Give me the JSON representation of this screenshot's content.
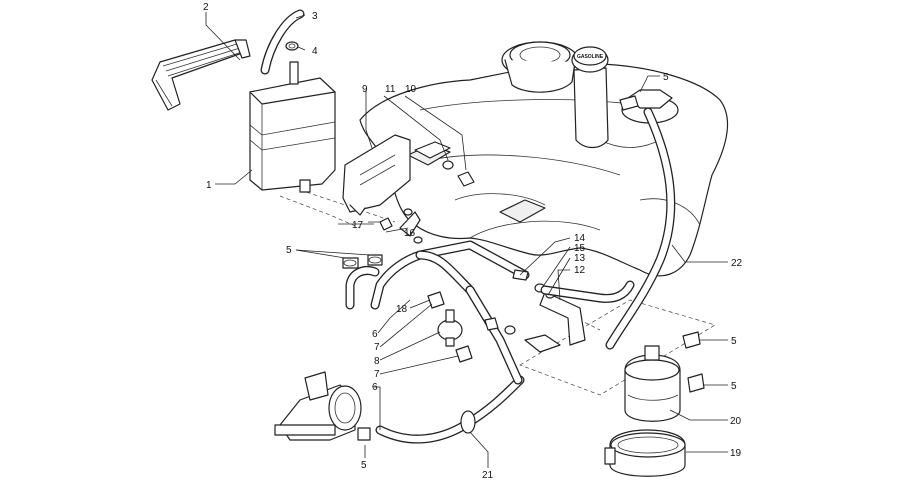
{
  "diagram": {
    "cap_label": "GASOLINE",
    "callouts": [
      {
        "id": "c1",
        "label": "1"
      },
      {
        "id": "c2",
        "label": "2"
      },
      {
        "id": "c3",
        "label": "3"
      },
      {
        "id": "c4",
        "label": "4"
      },
      {
        "id": "c5a",
        "label": "5"
      },
      {
        "id": "c5b",
        "label": "5"
      },
      {
        "id": "c5c",
        "label": "5"
      },
      {
        "id": "c5d",
        "label": "5"
      },
      {
        "id": "c5e",
        "label": "5"
      },
      {
        "id": "c6a",
        "label": "6"
      },
      {
        "id": "c6b",
        "label": "6"
      },
      {
        "id": "c7a",
        "label": "7"
      },
      {
        "id": "c7b",
        "label": "7"
      },
      {
        "id": "c8",
        "label": "8"
      },
      {
        "id": "c9",
        "label": "9"
      },
      {
        "id": "c10",
        "label": "10"
      },
      {
        "id": "c11",
        "label": "11"
      },
      {
        "id": "c12",
        "label": "12"
      },
      {
        "id": "c13",
        "label": "13"
      },
      {
        "id": "c14",
        "label": "14"
      },
      {
        "id": "c15",
        "label": "15"
      },
      {
        "id": "c16",
        "label": "16"
      },
      {
        "id": "c17",
        "label": "17"
      },
      {
        "id": "c18",
        "label": "18"
      },
      {
        "id": "c19",
        "label": "19"
      },
      {
        "id": "c20",
        "label": "20"
      },
      {
        "id": "c21",
        "label": "21"
      },
      {
        "id": "c22",
        "label": "22"
      }
    ]
  }
}
